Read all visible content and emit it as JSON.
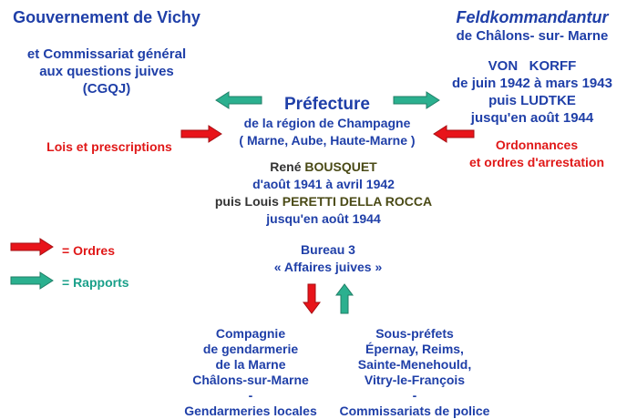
{
  "colors": {
    "blue": "#1f3fa8",
    "red": "#e01818",
    "teal": "#1aa08a",
    "arrow_red": "#e8141a",
    "arrow_green": "#2bb08f"
  },
  "vichy": {
    "title": "Gouvernement de Vichy",
    "lines": [
      "et Commissariat général",
      "aux questions juives",
      "(CGQJ)"
    ]
  },
  "feld": {
    "title": "Feldkommandantur",
    "subtitle": "de Châlons- sur- Marne",
    "name1": "VON   KORFF",
    "period1": "de juin 1942 à mars 1943",
    "name2_prefix": "puis ",
    "name2": "LUDTKE",
    "period2": "jusqu'en août 1944"
  },
  "prefecture": {
    "title": "Préfecture",
    "line1": "de la région de Champagne",
    "line2": "( Marne, Aube, Haute-Marne )"
  },
  "prefets": {
    "name1_first": "René ",
    "name1_last": "BOUSQUET",
    "period1": "d'août 1941 à avril 1942",
    "name2_prefix": "puis Louis ",
    "name2_last": "PERETTI DELLA ROCCA",
    "period2": "jusqu'en août 1944"
  },
  "left_label": "Lois et prescriptions",
  "right_label": [
    "Ordonnances",
    "et ordres d'arrestation"
  ],
  "bureau": [
    "Bureau 3",
    "« Affaires juives »"
  ],
  "legend": {
    "orders": "= Ordres",
    "reports": "= Rapports"
  },
  "gendarmerie": [
    "Compagnie",
    "de gendarmerie",
    "de la Marne",
    "Châlons-sur-Marne",
    "-",
    "Gendarmeries locales"
  ],
  "sousprefets": [
    "Sous-préfets",
    "Épernay, Reims,",
    "Sainte-Menehould,",
    "Vitry-le-François",
    "-",
    "Commissariats de police"
  ]
}
